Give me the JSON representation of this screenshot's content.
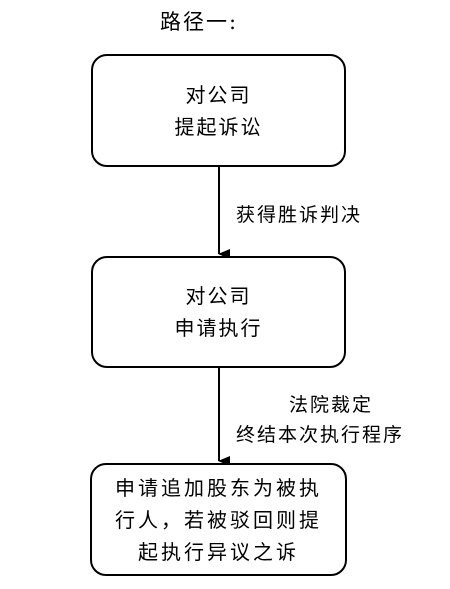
{
  "title": "路径一:",
  "nodes": [
    {
      "lines": [
        "对公司",
        "提起诉讼"
      ]
    },
    {
      "lines": [
        "对公司",
        "申请执行"
      ]
    },
    {
      "lines": [
        "申请追加股东为被执",
        "行人，若被驳回则提",
        "起执行异议之诉"
      ]
    }
  ],
  "edges": [
    {
      "from": 0,
      "to": 1,
      "label_lines": [
        "获得胜诉判决"
      ]
    },
    {
      "from": 1,
      "to": 2,
      "label_lines": [
        "法院裁定",
        "终结本次执行程序"
      ]
    }
  ],
  "colors": {
    "stroke": "#000000",
    "background": "#ffffff"
  }
}
